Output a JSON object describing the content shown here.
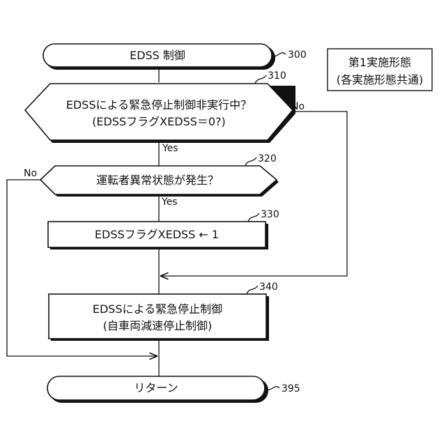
{
  "side_note": {
    "line1": "第1実施形態",
    "line2": "(各実施形態共通)"
  },
  "nodes": {
    "start": {
      "label": "EDSS 制御",
      "ref": "300"
    },
    "decision1": {
      "line1": "EDSSによる緊急停止制御非実行中？",
      "line2": "(EDSSフラグXEDSS＝0?)",
      "ref": "310",
      "no_label": "No",
      "yes_label": "Yes"
    },
    "decision2": {
      "label": "運転者異常状態が発生？",
      "ref": "320",
      "no_label": "No",
      "yes_label": "Yes"
    },
    "process1": {
      "label": "EDSSフラグXEDSS ← 1",
      "ref": "330"
    },
    "process2": {
      "line1": "EDSSによる緊急停止制御",
      "line2": "(自車両減速停止制御)",
      "ref": "340"
    },
    "end": {
      "label": "リターン",
      "ref": "395"
    }
  }
}
